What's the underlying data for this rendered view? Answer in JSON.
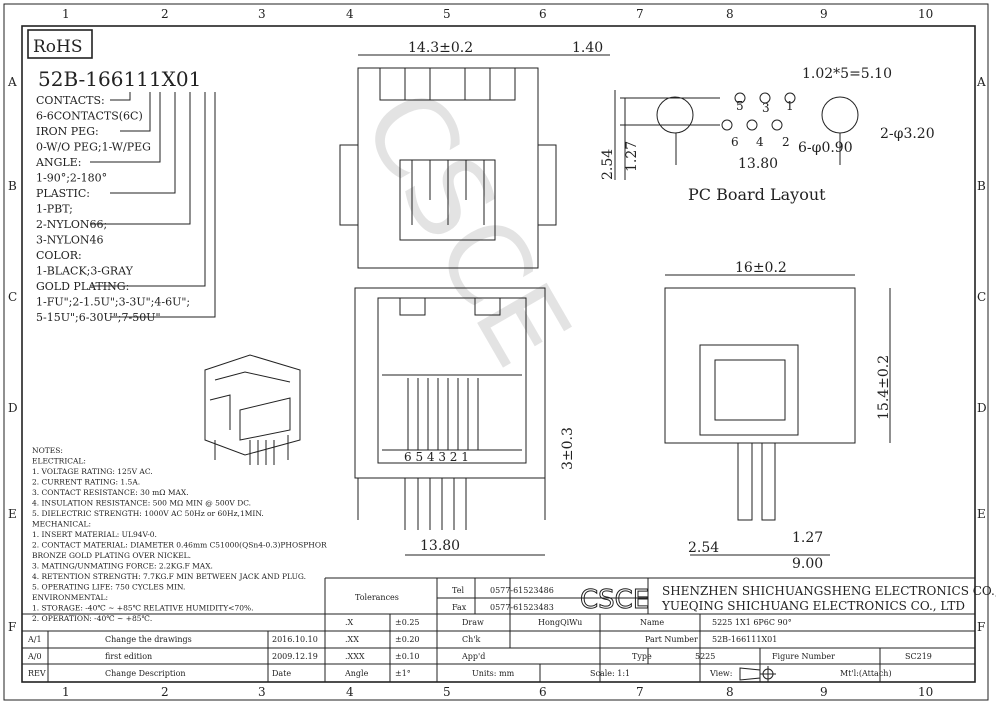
{
  "grid": {
    "columns": [
      "1",
      "2",
      "3",
      "4",
      "5",
      "6",
      "7",
      "8",
      "9",
      "10"
    ],
    "rows": [
      "A",
      "B",
      "C",
      "D",
      "E",
      "F"
    ]
  },
  "rohs": "RoHS",
  "part_code": "52B-166111X01",
  "options": [
    "CONTACTS:",
    "6-6CONTACTS(6C)",
    "IRON PEG:",
    "0-W/O PEG;1-W/PEG",
    "ANGLE:",
    "1-90°;2-180°",
    "PLASTIC:",
    "1-PBT;",
    "2-NYLON66;",
    "3-NYLON46",
    "COLOR:",
    "1-BLACK;3-GRAY",
    "GOLD PLATING:",
    "1-FU\";2-1.5U\";3-3U\";4-6U\";",
    "5-15U\";6-30U\";7-50U\""
  ],
  "dimensions": {
    "width_top": "14.3±0.2",
    "side": "1.40",
    "pitch": "1.02*5=5.10",
    "hole_big": "2-φ3.20",
    "hole_small": "6-φ0.90",
    "span": "13.80",
    "row1": "2.54",
    "row2": "1.27",
    "side_w": "16±0.2",
    "side_h": "15.4±0.2",
    "front_h": "3±0.3",
    "front_w": "13.80",
    "peg1": "2.54",
    "peg2": "1.27",
    "peg3": "9.00",
    "pins": "6 5 4 3 2 1"
  },
  "pcb_pin_numbers": [
    "5",
    "3",
    "1",
    "6",
    "4",
    "2"
  ],
  "pcb_label": "PC Board Layout",
  "watermark": "CSCE",
  "notes": [
    "NOTES:",
    "ELECTRICAL:",
    "1. VOLTAGE RATING: 125V AC.",
    "2. CURRENT RATING: 1.5A.",
    "3. CONTACT RESISTANCE: 30 mΩ MAX.",
    "4. INSULATION RESISTANCE: 500 MΩ MIN @ 500V DC.",
    "5. DIELECTRIC STRENGTH: 1000V AC 50Hz or 60Hz,1MIN.",
    "MECHANICAL:",
    "1. INSERT MATERIAL: UL94V-0.",
    "2. CONTACT MATERIAL: DIAMETER 0.46mm C51000(QSn4-0.3)PHOSPHOR",
    "                    BRONZE GOLD PLATING OVER NICKEL.",
    "3. MATING/UNMATING FORCE: 2.2KG.F MAX.",
    "4. RETENTION STRENGTH: 7.7KG.F MIN BETWEEN JACK AND PLUG.",
    "5. OPERATING LIFE: 750 CYCLES MIN.",
    "ENVIRONMENTAL:",
    "1. STORAGE: -40℃ ~ +85℃ RELATIVE HUMIDITY<70%.",
    "2. OPERATION: -40℃ ~ +85℃."
  ],
  "title_block": {
    "tolerances": "Tolerances",
    "tel_label": "Tel",
    "tel": "0577-61523486",
    "fax_label": "Fax",
    "fax": "0577-61523483",
    "logo": "CSCE",
    "company1": "SHENZHEN SHICHUANGSHENG ELECTRONICS CO.,LTD",
    "company2": "YUEQING SHICHUANG ELECTRONICS CO., LTD",
    "tol": [
      {
        "k": ".X",
        "v": "±0.25"
      },
      {
        "k": ".XX",
        "v": "±0.20"
      },
      {
        "k": ".XXX",
        "v": "±0.10"
      },
      {
        "k": "Angle",
        "v": "±1°"
      }
    ],
    "draw_label": "Draw",
    "draw": "HongQiWu",
    "chk_label": "Ch'k",
    "app_label": "App'd",
    "name_label": "Name",
    "name": "5225 1X1 6P6C 90°",
    "part_label": "Part Number",
    "part": "52B-166111X01",
    "type_label": "Type",
    "type": "5225",
    "fig_label": "Figure Number",
    "fig": "SC219",
    "units": "Units: mm",
    "scale": "Scale: 1:1",
    "view": "View:",
    "mtl": "Mt'l:(Attach)",
    "revs": [
      {
        "rev": "A/1",
        "desc": "Change the drawings",
        "date": "2016.10.10"
      },
      {
        "rev": "A/0",
        "desc": "first edition",
        "date": "2009.12.19"
      },
      {
        "rev": "REV",
        "desc": "Change Description",
        "date": "Date"
      }
    ]
  }
}
